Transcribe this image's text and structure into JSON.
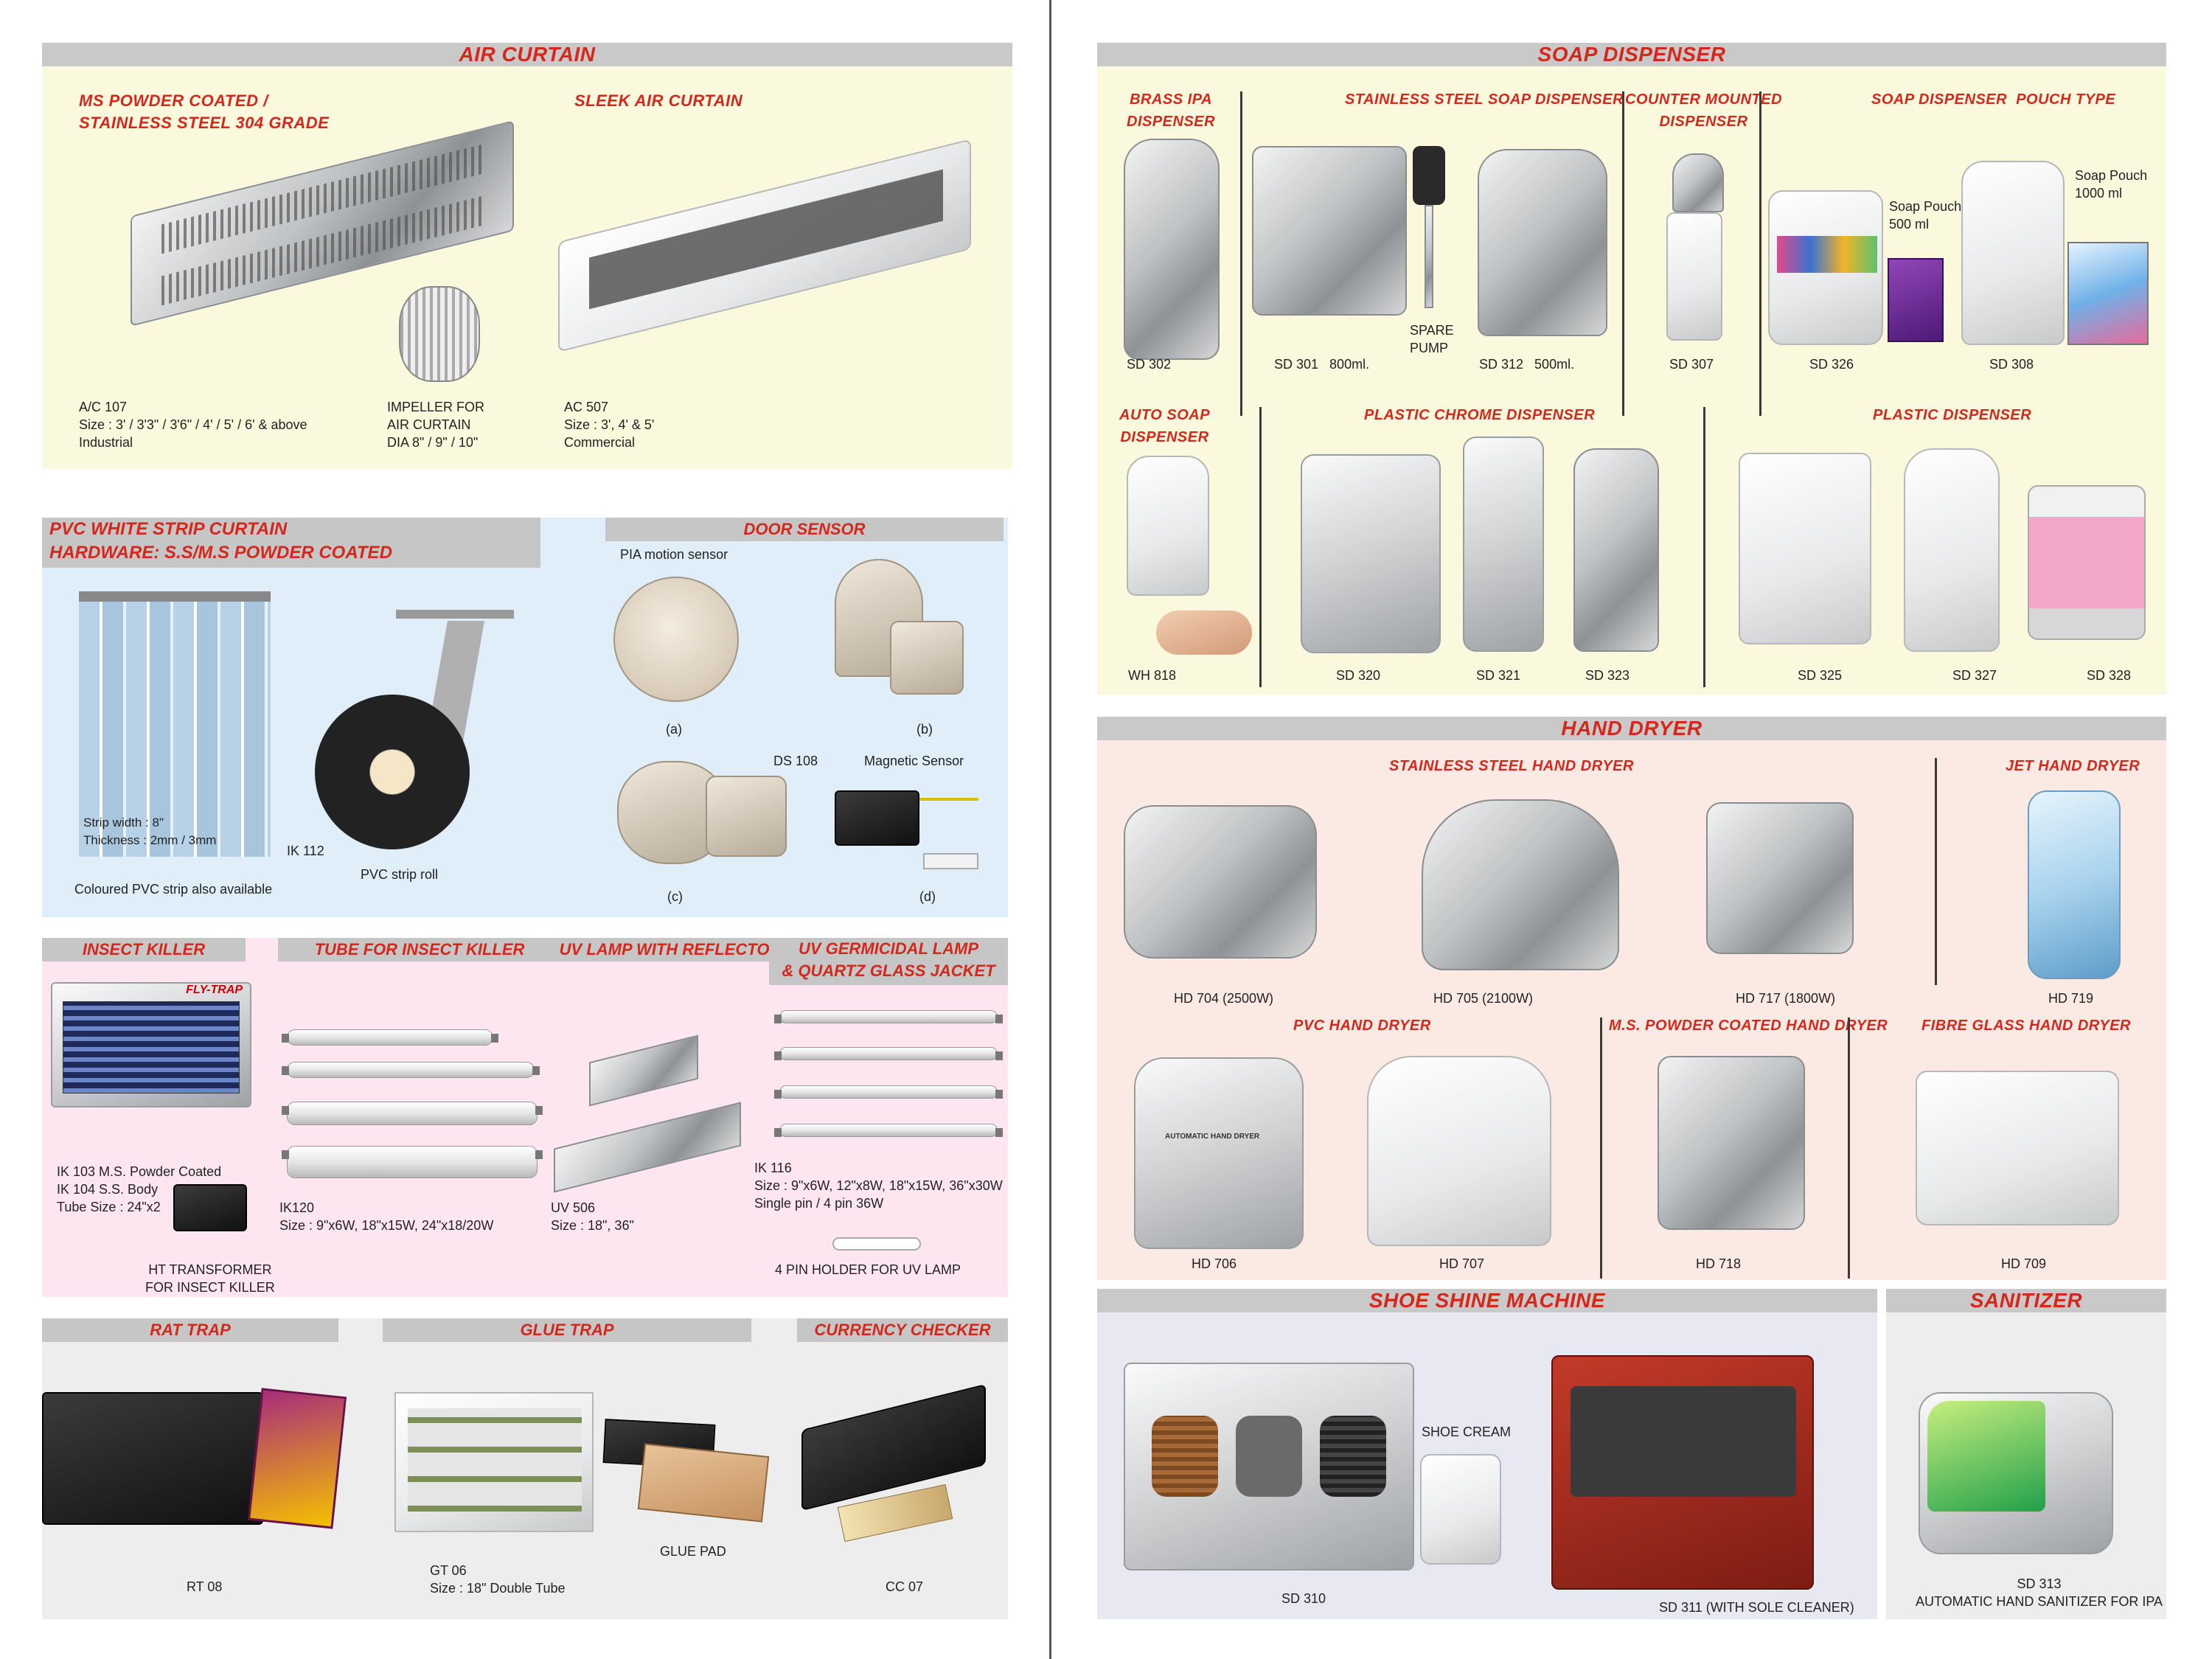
{
  "left_page": {
    "air_curtain": {
      "title": "AIR CURTAIN",
      "sub1": "MS POWDER COATED /\nSTAINLESS STEEL 304 GRADE",
      "sub2": "SLEEK AIR CURTAIN",
      "cap1": "A/C 107\nSize : 3' / 3'3\" / 3'6\" / 4' / 5' / 6' & above\nIndustrial",
      "cap2": "IMPELLER FOR\nAIR CURTAIN\nDIA 8\" / 9\" / 10\"",
      "cap3": "AC 507\nSize : 3', 4' & 5'\nCommercial"
    },
    "strip_curtain": {
      "title": "PVC WHITE STRIP CURTAIN\nHARDWARE: S.S/M.S POWDER COATED",
      "strip_info": "Strip width : 8\"\nThickness : 2mm / 3mm",
      "coloured": "Coloured PVC strip also available",
      "ik112": "IK 112",
      "roll": "PVC strip roll"
    },
    "door_sensor": {
      "title": "DOOR SENSOR",
      "pia": "PIA motion sensor",
      "a": "(a)",
      "b": "(b)",
      "c": "(c)",
      "d": "(d)",
      "ds108": "DS 108",
      "magnetic": "Magnetic Sensor"
    },
    "insect": {
      "t1": "INSECT KILLER",
      "t2": "TUBE FOR INSECT KILLER",
      "t3": "UV LAMP WITH REFLECTOR",
      "t4": "UV GERMICIDAL LAMP\n& QUARTZ GLASS JACKET",
      "cap_ik": "IK 103 M.S. Powder Coated\nIK 104 S.S. Body\nTube Size : 24\"x2",
      "cap_ht": "HT TRANSFORMER\nFOR INSECT KILLER",
      "cap_ik120": "IK120\nSize : 9\"x6W, 18\"x15W, 24\"x18/20W",
      "cap_uv506": "UV 506\nSize : 18\", 36\"",
      "cap_ik116": "IK 116\nSize : 9\"x6W, 12\"x8W, 18\"x15W, 36\"x30W\nSingle pin / 4 pin 36W",
      "cap_holder": "4 PIN HOLDER FOR UV LAMP",
      "flytrap": "FLY-TRAP"
    },
    "bottom": {
      "t1": "RAT TRAP",
      "t2": "GLUE TRAP",
      "t3": "CURRENCY CHECKER",
      "rt08": "RT 08",
      "gt06": "GT 06\nSize : 18\" Double Tube",
      "gluepad": "GLUE PAD",
      "cc07": "CC 07"
    }
  },
  "right_page": {
    "soap": {
      "title": "SOAP DISPENSER",
      "h1": "BRASS IPA\nDISPENSER",
      "h2": "STAINLESS STEEL SOAP DISPENSER",
      "h3": "COUNTER MOUNTED\nDISPENSER",
      "h4": "SOAP DISPENSER  POUCH TYPE",
      "h5": "AUTO SOAP\nDISPENSER",
      "h6": "PLASTIC CHROME DISPENSER",
      "h7": "PLASTIC DISPENSER",
      "sd302": "SD 302",
      "sd301": "SD 301   800ml.",
      "spare": "SPARE\nPUMP",
      "sd312": "SD 312   500ml.",
      "sd307": "SD 307",
      "pouch500": "Soap Pouch\n500 ml",
      "pouch1000": "Soap Pouch\n1000 ml",
      "sd326": "SD 326",
      "sd308": "SD 308",
      "wh818": "WH 818",
      "sd320": "SD 320",
      "sd321": "SD 321",
      "sd323": "SD 323",
      "sd325": "SD 325",
      "sd327": "SD 327",
      "sd328": "SD 328"
    },
    "dryer": {
      "title": "HAND DRYER",
      "h1": "STAINLESS STEEL HAND DRYER",
      "h2": "JET HAND DRYER",
      "h3": "PVC HAND DRYER",
      "h4": "M.S. POWDER COATED HAND DRYER",
      "h5": "FIBRE GLASS HAND DRYER",
      "hd704": "HD 704 (2500W)",
      "hd705": "HD 705 (2100W)",
      "hd717": "HD 717 (1800W)",
      "hd719": "HD 719",
      "hd706": "HD 706",
      "hd707": "HD 707",
      "hd718": "HD 718",
      "hd709": "HD 709",
      "auto_label": "AUTOMATIC HAND DRYER"
    },
    "shoe": {
      "title": "SHOE SHINE MACHINE",
      "cream": "SHOE CREAM",
      "sd310": "SD 310",
      "sd311": "SD 311 (WITH SOLE CLEANER)"
    },
    "sanitizer": {
      "title": "SANITIZER",
      "sd313": "SD 313\nAUTOMATIC HAND SANITIZER FOR IPA"
    }
  }
}
